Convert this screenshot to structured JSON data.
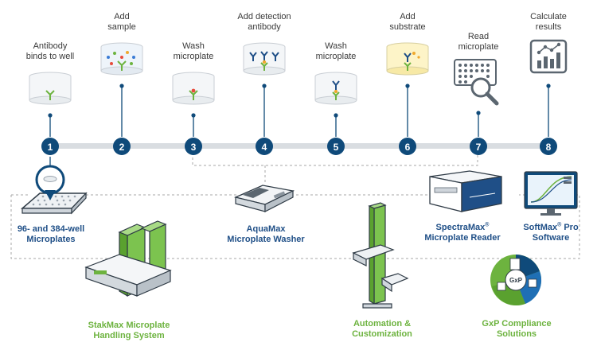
{
  "steps": [
    {
      "num": "1",
      "lines": [
        "Antibody",
        "binds to well"
      ]
    },
    {
      "num": "2",
      "lines": [
        "Add",
        "sample"
      ]
    },
    {
      "num": "3",
      "lines": [
        "Wash",
        "microplate"
      ]
    },
    {
      "num": "4",
      "lines": [
        "Add detection",
        "antibody"
      ]
    },
    {
      "num": "5",
      "lines": [
        "Wash",
        "microplate"
      ]
    },
    {
      "num": "6",
      "lines": [
        "Add",
        "substrate"
      ]
    },
    {
      "num": "7",
      "lines": [
        "Read",
        "microplate"
      ]
    },
    {
      "num": "8",
      "lines": [
        "Calculate",
        "results"
      ]
    }
  ],
  "products": {
    "microplates": {
      "lines": [
        "96- and 384-well",
        "Microplates"
      ]
    },
    "aquamax": {
      "lines": [
        "AquaMax",
        "Microplate Washer"
      ]
    },
    "spectramax": {
      "name": "SpectraMax",
      "reg": "®",
      "line2": "Microplate Reader"
    },
    "softmax": {
      "name": "SoftMax",
      "reg": "®",
      "name_suffix": " Pro",
      "line2": "Software"
    },
    "stakmax": {
      "lines": [
        "StakMax Microplate",
        "Handling System"
      ]
    },
    "automation": {
      "lines": [
        "Automation &",
        "Customization"
      ]
    },
    "gxp": {
      "lines": [
        "GxP Compliance",
        "Solutions"
      ]
    },
    "gxp_badge": "GxP"
  },
  "colors": {
    "navy": "#0f4a7a",
    "timeline": "#d9dde1",
    "accent_green": "#6db33f",
    "product_blue": "#1f4f87",
    "dashed": "#a7a7a7"
  },
  "icons": [
    "antibody-icon",
    "analytics-chart-icon",
    "microplate-reader-icon",
    "washer-icon",
    "software-monitor-icon",
    "gxp-wheel-icon"
  ]
}
